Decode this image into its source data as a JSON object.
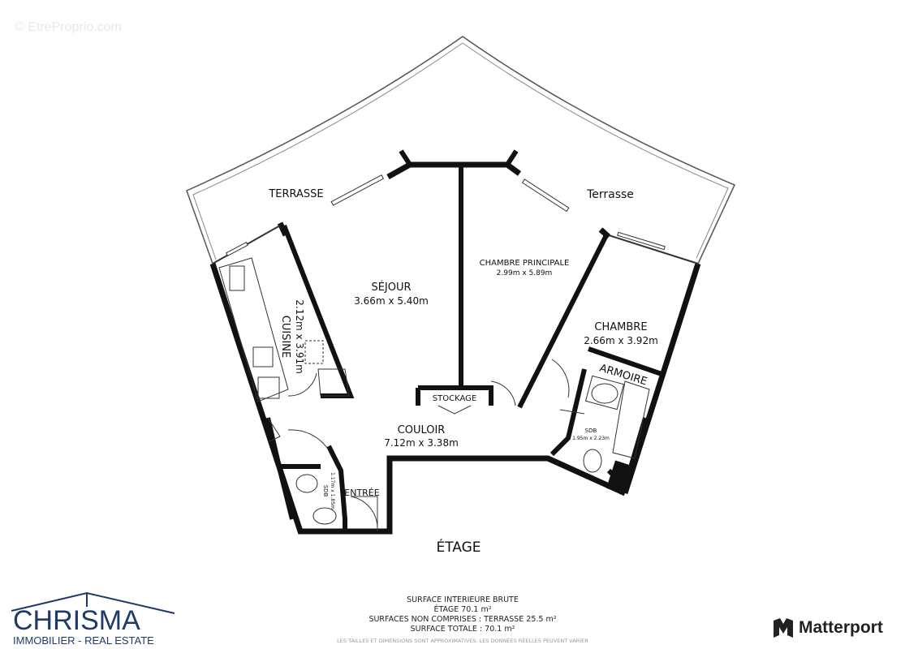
{
  "watermark": "© EtreProprio.com",
  "rooms": {
    "terrasse_left": "TERRASSE",
    "terrasse_right": "Terrasse",
    "sejour": {
      "name": "SÉJOUR",
      "dims": "3.66m x 5.40m"
    },
    "chambre_principale": {
      "name": "CHAMBRE PRINCIPALE",
      "dims": "2.99m x 5.89m"
    },
    "chambre": {
      "name": "CHAMBRE",
      "dims": "2.66m x 3.92m"
    },
    "armoire": "ARMOIRE",
    "cuisine": {
      "name": "CUISINE",
      "dims": "2.12m x 3.91m"
    },
    "stockage": "STOCKAGE",
    "couloir": {
      "name": "COULOIR",
      "dims": "7.12m x 3.38m"
    },
    "sdb_right": {
      "name": "SDB",
      "dims": "1.95m x 2.23m"
    },
    "sdb_left": {
      "name": "SDB",
      "dims": "1.17m x 1.85m"
    },
    "entree": "ENTRÉE"
  },
  "floor_label": "ÉTAGE",
  "summary": {
    "line1": "SURFACE INTERIEURE BRUTE",
    "line2": "ÉTAGE 70.1 m²",
    "line3": "SURFACES NON COMPRISES :  TERRASSE 25.5 m²",
    "line4": "SURFACE TOTALE :  70.1 m²",
    "note": "LES TAILLES ET DIMENSIONS SONT APPROXIMATIVES, LES DONNÉES RÉELLES PEUVENT VARIER"
  },
  "logos": {
    "agency_name": "CHRISMA",
    "agency_tagline": "IMMOBILIER - REAL ESTATE",
    "agency_color": "#1f3a68",
    "matterport": "Matterport"
  }
}
